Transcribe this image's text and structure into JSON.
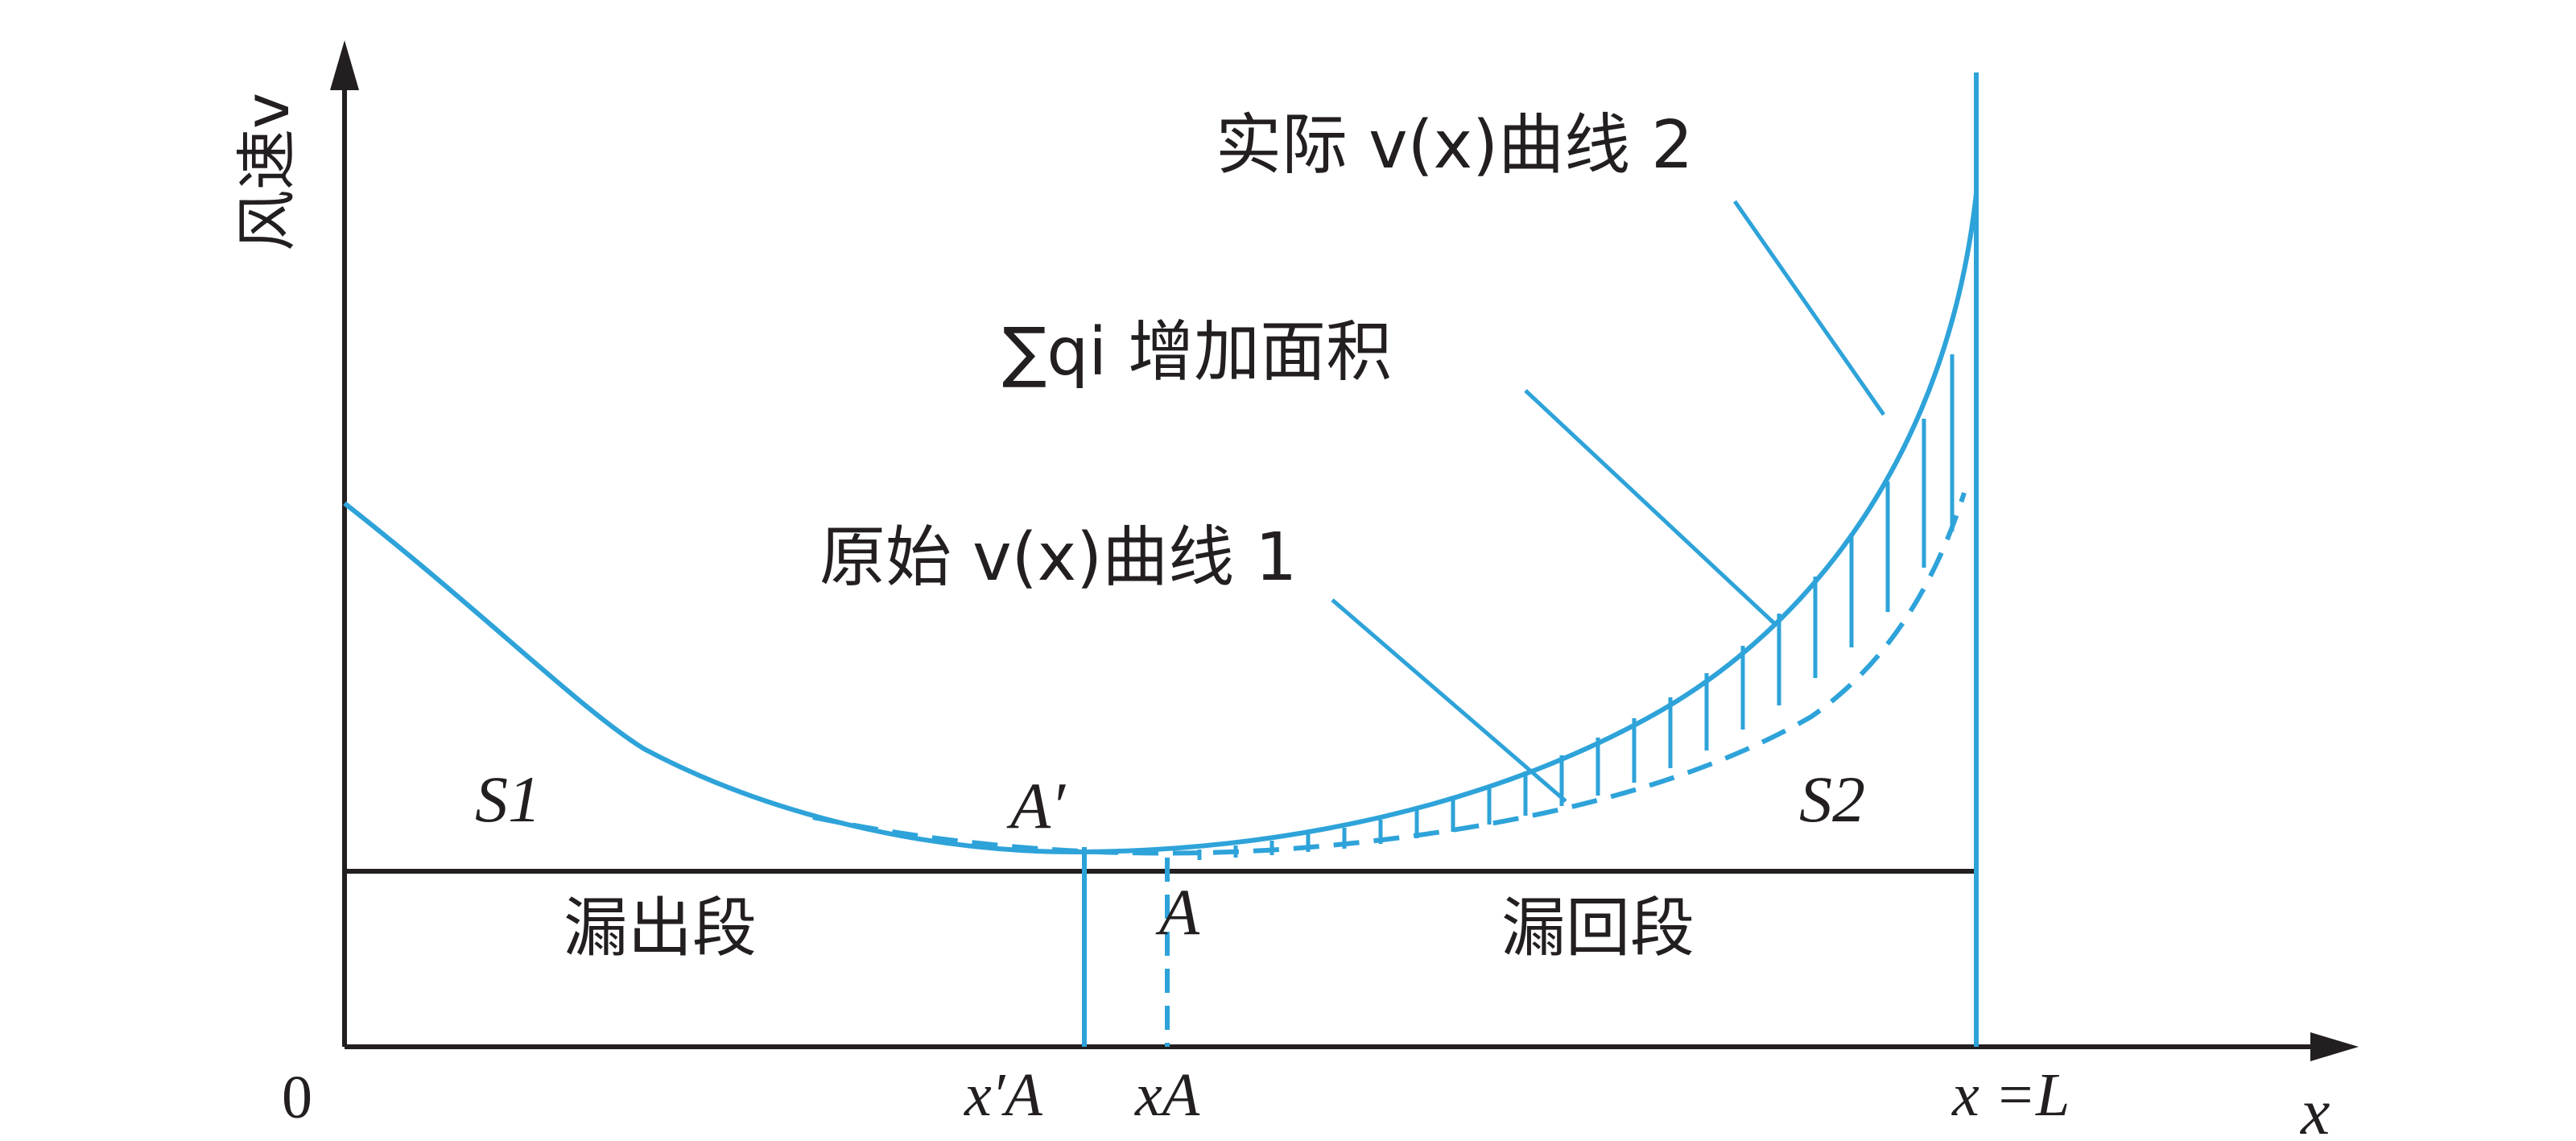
{
  "axes": {
    "y_label": "风速v",
    "x_label": "x",
    "origin_label": "0",
    "tick_xa_prime": "x′A",
    "tick_xa": "xA",
    "tick_l": "x =L"
  },
  "regions": {
    "leak_out": "漏出段",
    "leak_back": "漏回段"
  },
  "points": {
    "a_prime": "A′",
    "a": "A",
    "s1": "S1",
    "s2": "S2"
  },
  "annotations": {
    "curve2": "实际 v(x)曲线 2",
    "area": "∑qi 增加面积",
    "curve1": "原始 v(x)曲线 1"
  },
  "colors": {
    "curve": "#2ea3d9",
    "axis": "#231f20",
    "text": "#231f20"
  }
}
